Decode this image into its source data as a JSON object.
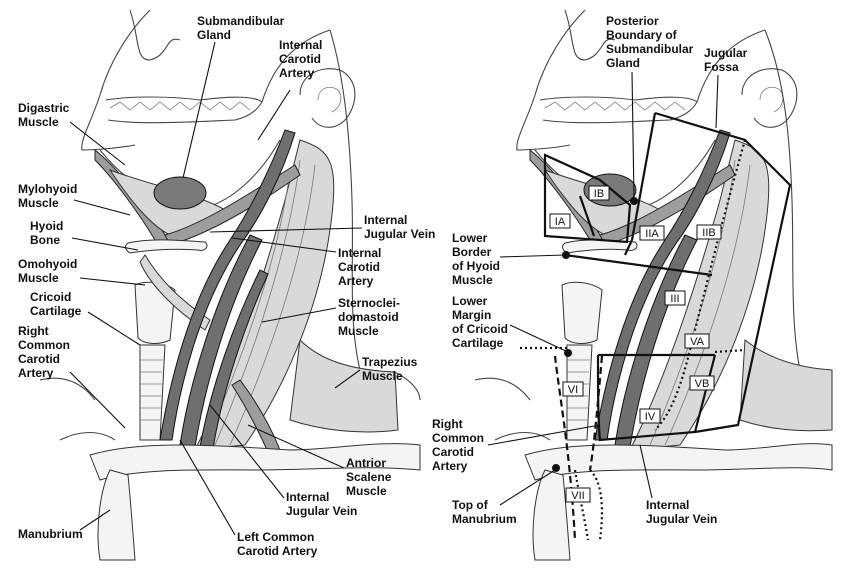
{
  "left_panel": {
    "labels": {
      "submandibular_gland": [
        "Submandibular",
        "Gland"
      ],
      "internal_carotid_artery_top": [
        "Internal",
        "Carotid",
        "Artery"
      ],
      "digastric_muscle": [
        "Digastric",
        "Muscle"
      ],
      "mylohyoid_muscle": [
        "Mylohyoid",
        "Muscle"
      ],
      "hyoid_bone": [
        "Hyoid",
        "Bone"
      ],
      "omohyoid_muscle": [
        "Omohyoid",
        "Muscle"
      ],
      "cricoid_cartilage": [
        "Cricoid",
        "Cartilage"
      ],
      "right_common_carotid_artery": [
        "Right",
        "Common",
        "Carotid",
        "Artery"
      ],
      "internal_jugular_vein_upper": [
        "Internal",
        "Jugular Vein"
      ],
      "internal_carotid_artery_mid": [
        "Internal",
        "Carotid",
        "Artery"
      ],
      "sternocleidomastoid_muscle": [
        "Sternoclei-",
        "domastoid",
        "Muscle"
      ],
      "trapezius_muscle": [
        "Trapezius",
        "Muscle"
      ],
      "anterior_scalene_muscle": [
        "Antrior",
        "Scalene",
        "Muscle"
      ],
      "internal_jugular_vein_lower": [
        "Internal",
        "Jugular Vein"
      ],
      "manubrium": [
        "Manubrium"
      ],
      "left_common_carotid_artery": [
        "Left Common",
        "Carotid Artery"
      ]
    }
  },
  "right_panel": {
    "labels": {
      "posterior_boundary": [
        "Posterior",
        "Boundary of",
        "Submandibular",
        "Gland"
      ],
      "jugular_fossa": [
        "Jugular",
        "Fossa"
      ],
      "lower_border_hyoid": [
        "Lower",
        "Border",
        "of Hyoid",
        "Muscle"
      ],
      "lower_margin_cricoid": [
        "Lower",
        "Margin",
        "of Cricoid",
        "Cartilage"
      ],
      "right_common_carotid_artery": [
        "Right",
        "Common",
        "Carotid",
        "Artery"
      ],
      "top_of_manubrium": [
        "Top of",
        "Manubrium"
      ],
      "internal_jugular_vein": [
        "Internal",
        "Jugular Vein"
      ]
    },
    "zones": [
      "IA",
      "IB",
      "IIA",
      "IIB",
      "III",
      "VA",
      "VB",
      "IV",
      "VI",
      "VII"
    ]
  }
}
